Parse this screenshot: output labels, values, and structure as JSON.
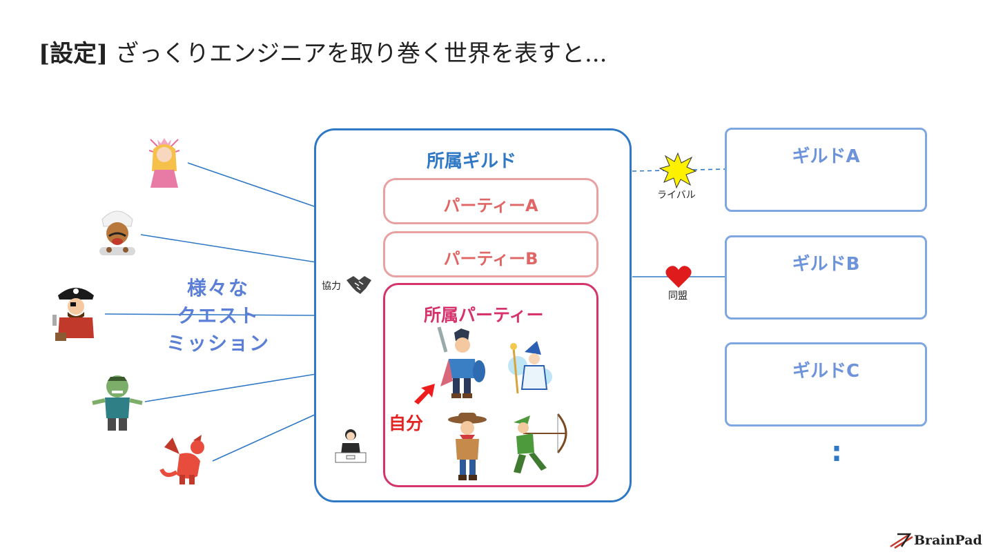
{
  "title": {
    "bracket": "[設定]",
    "text": " ざっくりエンジニアを取り巻く世界を表すと..."
  },
  "main_guild": {
    "label": "所属ギルド"
  },
  "parties": [
    {
      "label": "パーティーA"
    },
    {
      "label": "パーティーB"
    }
  ],
  "my_party": {
    "label": "所属パーティー",
    "self_label": "自分"
  },
  "cooperation": {
    "label": "協力"
  },
  "quests": {
    "line1": "様々な",
    "line2": "クエスト",
    "line3": "ミッション"
  },
  "rival": {
    "label": "ライバル"
  },
  "alliance": {
    "label": "同盟"
  },
  "other_guilds": [
    {
      "label": "ギルドA"
    },
    {
      "label": "ギルドB"
    },
    {
      "label": "ギルドC"
    }
  ],
  "more": {
    "label": ":"
  },
  "logo": {
    "text": "BrainPad"
  },
  "colors": {
    "main_guild": "#2f78c6",
    "my_party": "#d6336c",
    "other_guild": "#7ea6e0",
    "party": "#e8a0a0",
    "line": "#2f78c6"
  }
}
